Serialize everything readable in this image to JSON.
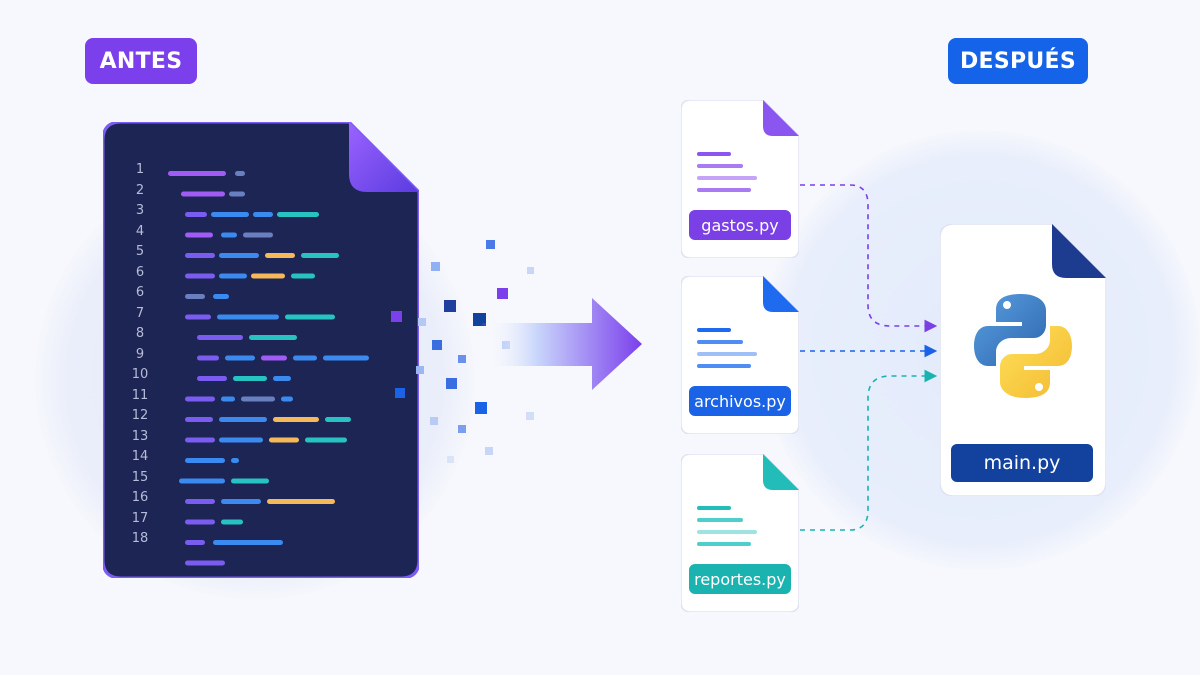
{
  "labels": {
    "before": "ANTES",
    "after": "DESPUÉS"
  },
  "line_numbers": [
    "1",
    "2",
    "3",
    "4",
    "5",
    "6",
    "6",
    "7",
    "8",
    "9",
    "10",
    "11",
    "12",
    "13",
    "14",
    "15",
    "16",
    "17",
    "18"
  ],
  "files": [
    {
      "name": "gastos.py",
      "color": "#7b3fe6"
    },
    {
      "name": "archivos.py",
      "color": "#1a63e6"
    },
    {
      "name": "reportes.py",
      "color": "#1bb3b0"
    }
  ],
  "main_file": {
    "name": "main.py",
    "icon": "python-logo-icon"
  },
  "colors": {
    "purple": "#7b3fec",
    "blue": "#1563e8",
    "teal": "#1bb3b0",
    "navy": "#12429e",
    "editor_bg": "#1c2553",
    "code_yellow": "#f5b95a",
    "python_blue": "#3a78c4",
    "python_yellow": "#f6cd3d"
  }
}
